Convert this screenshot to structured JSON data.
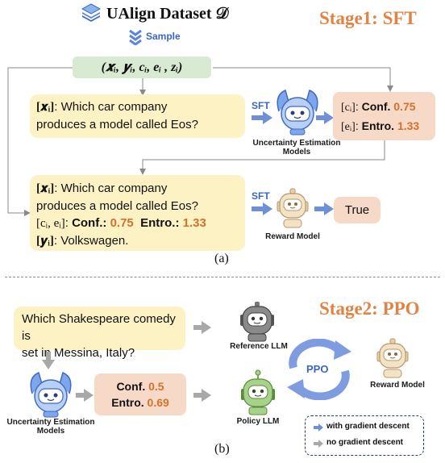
{
  "header": {
    "title": "UAlign Dataset 𝒟",
    "sample": "Sample",
    "stage1": "Stage1: SFT"
  },
  "tuple": "(𝒙ᵢ, 𝒚ᵢ, cᵢ, eᵢ , zᵢ)",
  "stage1_q": {
    "tag": "[𝒙ᵢ]",
    "line1": ": Which car company",
    "line2": "produces a model called Eos?"
  },
  "sft_label": "SFT",
  "uem_label": "Uncertainty Estimation Models",
  "conf_box": {
    "c_tag": "[cᵢ]",
    "c_sep": ": ",
    "c_name": "Conf.",
    "c_value": "0.75",
    "e_tag": "[eᵢ]",
    "e_sep": ": ",
    "e_name": "Entro.",
    "e_value": "1.33"
  },
  "stage1_rm_input": {
    "tag": "[𝒙ᵢ]",
    "line1": ": Which car company",
    "line2": "produces a model called Eos?",
    "ce_tag": "[cᵢ, eᵢ]",
    "ce_sep": ": ",
    "conf_name": "Conf.:",
    "conf_value": "0.75",
    "entro_name": "Entro.:",
    "entro_value": "1.33",
    "y_tag": "[𝒚ᵢ]",
    "y_text": ": Volkswagen."
  },
  "sft_label2": "SFT",
  "reward_model_label": "Reward Model",
  "true_label": "True",
  "caption_a": "(a)",
  "stage2": {
    "title": "Stage2: PPO",
    "question_line1": "Which Shakespeare comedy is",
    "question_line2": "set in Messina, Italy?",
    "reference_llm": "Reference LLM",
    "uem_label": "Uncertainty Estimation Models",
    "conf_name": "Conf.",
    "conf_value": "0.5",
    "entro_name": "Entro.",
    "entro_value": "0.69",
    "policy_llm": "Policy LLM",
    "ppo": "PPO",
    "reward_model": "Reward Model",
    "legend_grad": "with gradient descent",
    "legend_nograd": "no gradient descent"
  },
  "caption_b": "(b)",
  "colors": {
    "blue_arrow": "#6f8fd6",
    "gray_arrow": "#a8a8a8",
    "orange": "#d2722d",
    "yellow_box": "#fdf2c4",
    "pink_box": "#f6d9c7",
    "green_box": "#d9ead2"
  }
}
